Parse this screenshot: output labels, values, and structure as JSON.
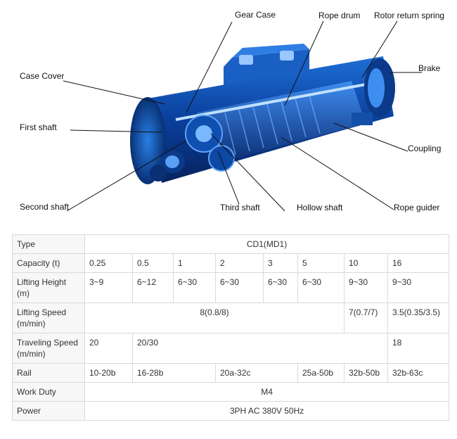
{
  "diagram": {
    "labels": {
      "gear_case": "Gear Case",
      "rope_drum": "Rope drum",
      "rotor_return_spring": "Rotor return spring",
      "case_cover": "Case Cover",
      "brake": "Brake",
      "first_shaft": "First shaft",
      "coupling": "Coupling",
      "second_shaft": "Second shaft",
      "third_shaft": "Third shaft",
      "hollow_shaft": "Hollow shaft",
      "rope_guider": "Rope guider"
    }
  },
  "spec_table": {
    "type": {
      "label": "Type",
      "value": "CD1(MD1)"
    },
    "capacity": {
      "label": "Capacity (t)",
      "values": [
        "0.25",
        "0.5",
        "1",
        "2",
        "3",
        "5",
        "10",
        "16"
      ]
    },
    "lifting_height": {
      "label": "Lifting Height (m)",
      "values": [
        "3~9",
        "6~12",
        "6~30",
        "6~30",
        "6~30",
        "6~30",
        "9~30",
        "9~30"
      ]
    },
    "lifting_speed": {
      "label": "Lifting Speed (m/min)",
      "values": [
        "8(0.8/8)",
        "7(0.7/7)",
        "3.5(0.35/3.5)"
      ]
    },
    "traveling_speed": {
      "label": "Traveling Speed (m/min)",
      "values": [
        "20",
        "20/30",
        "18"
      ]
    },
    "rail": {
      "label": "Rail",
      "values": [
        "10-20b",
        "16-28b",
        "20a-32c",
        "25a-50b",
        "32b-50b",
        "32b-63c"
      ]
    },
    "work_duty": {
      "label": "Work Duty",
      "value": "M4"
    },
    "power": {
      "label": "Power",
      "value": "3PH AC 380V 50Hz"
    }
  }
}
